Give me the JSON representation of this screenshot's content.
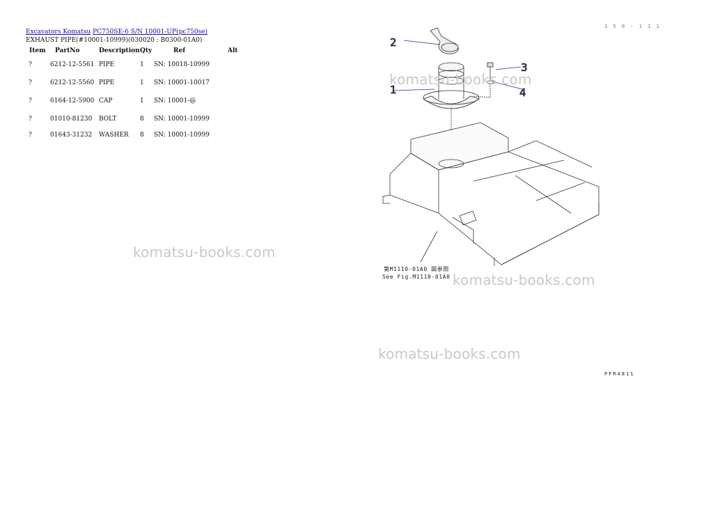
{
  "breadcrumb": {
    "link1": "Excavators Komatsu",
    "link2": "PC750SE-6 S/N 10001-UP(pc750se)"
  },
  "page_title": "EXHAUST PIPE(#10001-10999)(030020 : B0300-01A0)",
  "table": {
    "headers": {
      "item": "Item",
      "partno": "PartNo",
      "description": "Description",
      "qty": "Qty",
      "ref": "Ref",
      "alt": "Alt"
    },
    "rows": [
      {
        "item": "?",
        "partno": "6212-12-5561",
        "description": "PIPE",
        "qty": "1",
        "ref": "SN: 10018-10999",
        "alt": ""
      },
      {
        "item": "?",
        "partno": "6212-12-5560",
        "description": "PIPE",
        "qty": "1",
        "ref": "SN: 10001-10017",
        "alt": ""
      },
      {
        "item": "?",
        "partno": "6164-12-5900",
        "description": "CAP",
        "qty": "1",
        "ref": "SN: 10001-@",
        "alt": ""
      },
      {
        "item": "?",
        "partno": "01010-81230",
        "description": "BOLT",
        "qty": "8",
        "ref": "SN: 10001-10999",
        "alt": ""
      },
      {
        "item": "?",
        "partno": "01643-31232",
        "description": "WASHER",
        "qty": "8",
        "ref": "SN: 10001-10999",
        "alt": ""
      }
    ]
  },
  "watermark": "komatsu-books.com",
  "diagram": {
    "callouts": [
      "1",
      "2",
      "3",
      "4"
    ],
    "see_fig_line1": "第M1110-01A0 図参照",
    "see_fig_line2": "See Fig.M1110-01A0",
    "figure_code": "PFR4811",
    "top_code": "1 5 0 - 1 1 1"
  },
  "colors": {
    "link": "#1a0dab",
    "callout": "#1f2f9a",
    "watermark": "#c8c8c8"
  }
}
